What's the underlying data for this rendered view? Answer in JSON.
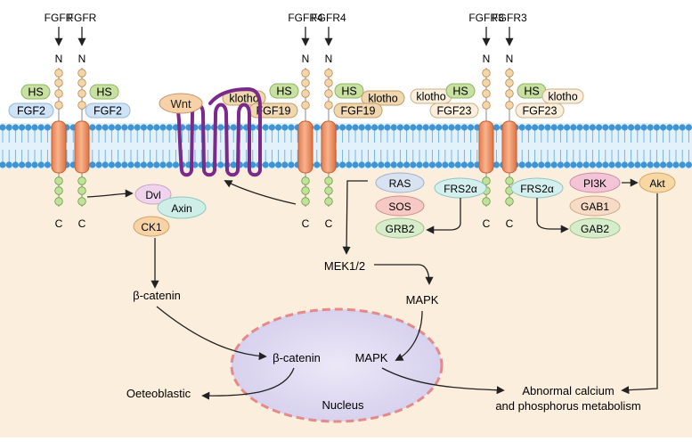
{
  "receptors": {
    "fgfr1": "FGFR",
    "fgfr2": "FGFR",
    "fgfr4a": "FGFR4",
    "fgfr4b": "FGFR4",
    "fgfr3a": "FGFR3",
    "fgfr3b": "FGFR3",
    "n_label": "N",
    "c_label": "C"
  },
  "ligands": {
    "hs": "HS",
    "fgf2": "FGF2",
    "fgf19": "FGF19",
    "fgf23": "FGF23",
    "klotho": "klotho"
  },
  "wnt": "Wnt",
  "signaling": {
    "dvl": "Dvl",
    "axin": "Axin",
    "ck1": "CK1",
    "ras": "RAS",
    "sos": "SOS",
    "grb2": "GRB2",
    "frs2a": "FRS2α",
    "pi3k": "PI3K",
    "gab1": "GAB1",
    "gab2": "GAB2",
    "akt": "Akt",
    "mek": "MEK1/2",
    "mapk": "MAPK",
    "beta_catenin": "β-catenin"
  },
  "nucleus": {
    "label": "Nucleus",
    "beta_catenin": "β-catenin",
    "mapk": "MAPK"
  },
  "outcomes": {
    "oeteoblastic": "Oeteoblastic",
    "calcium_line1": "Abnormal calcium",
    "calcium_line2": "and phosphorus metabolism"
  },
  "colors": {
    "cytoplasm": "#fbeedd",
    "membrane_head": "#5aa6dc",
    "receptor": "#f09a6a",
    "hs": "#c8e0a0",
    "fgf2": "#cfe3f6",
    "fgf19": "#efd7b0",
    "fgf23": "#f9efdc",
    "wnt": "#7b2a8a",
    "dvl": "#f0d4ee",
    "axin": "#cfeee8",
    "ck1": "#f7d3a6",
    "ras": "#d8e2f1",
    "sos": "#f7c9c4",
    "grb2": "#d6eccb",
    "frs2a": "#d5efee",
    "pi3k": "#f3c4d6",
    "gab1": "#f6dcc6",
    "gab2": "#d6eccb",
    "akt": "#f7d8a5",
    "nucleus": "#dfdaf0",
    "nucleus_border": "#e48a8a"
  }
}
